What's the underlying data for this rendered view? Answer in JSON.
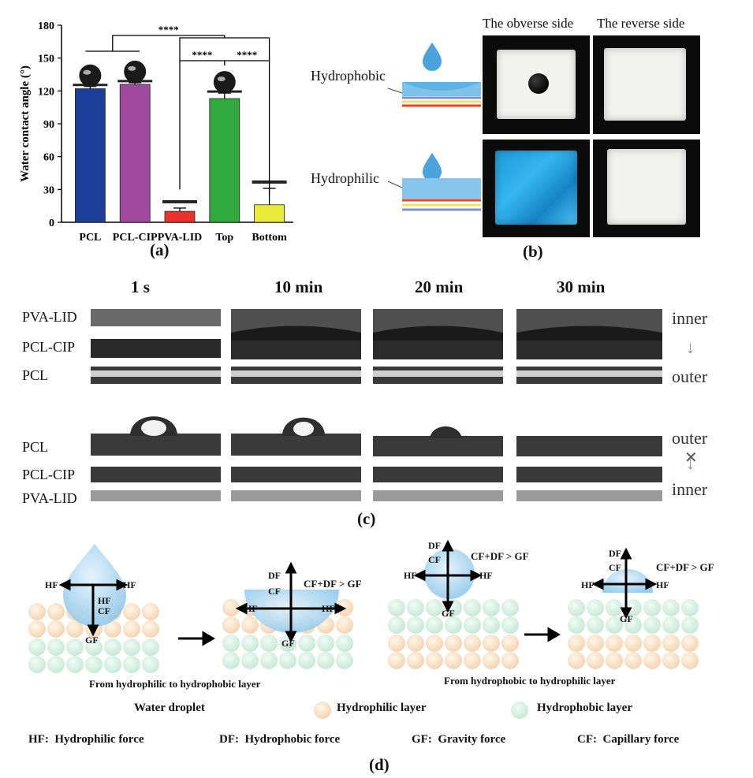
{
  "panel_a": {
    "letter": "(a)",
    "chart_data": {
      "type": "bar",
      "categories": [
        "PCL",
        "PCL-CIP",
        "PVA-LID",
        "Top",
        "Bottom"
      ],
      "values": [
        122,
        126,
        10,
        113,
        16
      ],
      "errors": [
        2,
        1.5,
        3,
        5,
        15
      ],
      "colors": [
        "#1c3f9a",
        "#a0499e",
        "#e8322b",
        "#2fab3e",
        "#eaea3a"
      ],
      "ylabel": "Water contact angle (°)",
      "xlabel": "",
      "ylim": [
        0,
        180
      ],
      "yticks": [
        "0",
        "30",
        "60",
        "90",
        "120",
        "150",
        "180"
      ],
      "significance": [
        "****",
        "****",
        "****"
      ],
      "grid": false
    }
  },
  "panel_b": {
    "letter": "(b)",
    "col_headers": [
      "The obverse side",
      "The reverse side"
    ],
    "row_labels": [
      "Hydrophobic",
      "Hydrophilic"
    ]
  },
  "panel_c": {
    "letter": "(c)",
    "times": [
      "1 s",
      "10 min",
      "20 min",
      "30 min"
    ],
    "top_layers": [
      "PVA-LID",
      "PCL-CIP",
      "PCL"
    ],
    "bottom_layers": [
      "PCL",
      "PCL-CIP",
      "PVA-LID"
    ],
    "top_dir": [
      "inner",
      "outer"
    ],
    "bottom_dir": [
      "outer",
      "inner"
    ]
  },
  "panel_d": {
    "letter": "(d)",
    "caption_left": "From hydrophilic to hydrophobic layer",
    "caption_right": "From hydrophobic to hydrophilic layer",
    "forces": {
      "hf": "HF",
      "df": "DF",
      "cf": "CF",
      "gf": "GF",
      "relation": "CF+DF > GF"
    },
    "legend": {
      "droplet": "Water droplet",
      "hydrophilic": "Hydrophilic layer",
      "hydrophobic": "Hydrophobic layer"
    },
    "definitions": [
      "HF:  Hydrophilic force",
      "DF:  Hydrophobic force",
      "GF:  Gravity force",
      "CF:  Capillary force"
    ]
  }
}
